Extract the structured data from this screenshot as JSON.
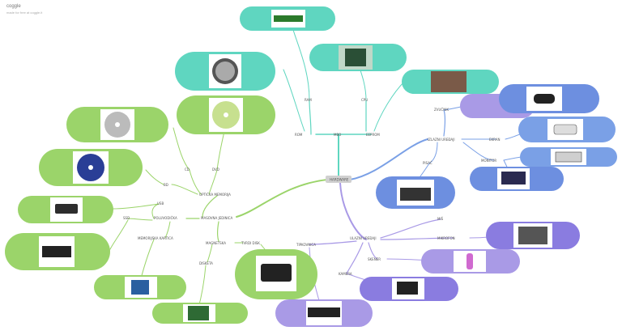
{
  "brand": {
    "name": "coggle",
    "tagline": "made for free at coggle.it"
  },
  "center": "HARDWARE",
  "labels": {
    "mbo": "MBO",
    "rom": "ROM",
    "ram": "RAM",
    "cpu": "CPU",
    "eeprom": "EEPROM",
    "izlazni": "IZLAZNI UREĐAJI",
    "zvucnik": "ZVUČNIK",
    "ecran": "EKRAN",
    "monitor": "MONITOR",
    "pisac": "PISAČ",
    "ulazni": "ULAZNI UREĐAJI",
    "mis": "MIŠ",
    "mikrofon": "MIKROFON",
    "skener": "SKENER",
    "kamera": "KAMERA",
    "tipkovnica": "TIPKOVNICA",
    "masovna": "MASOVNA JEDINICA",
    "opticka": "OPTIČKA MEMORIJA",
    "cd": "CD",
    "dvd": "DVD",
    "bd": "BD",
    "poluvodicka": "POLUVODIČKA",
    "usb": "USB",
    "ssd": "SSD",
    "memorijska": "MEMORIJSKA KARTICA",
    "magnetska": "MAGNETSKA",
    "tvrdi": "TVRDI DISK",
    "disketa": "DISKETA"
  },
  "colors": {
    "teal": "#5fd6c0",
    "blue": "#7aa0e6",
    "purple": "#a99ae6",
    "green": "#9bd46a"
  }
}
